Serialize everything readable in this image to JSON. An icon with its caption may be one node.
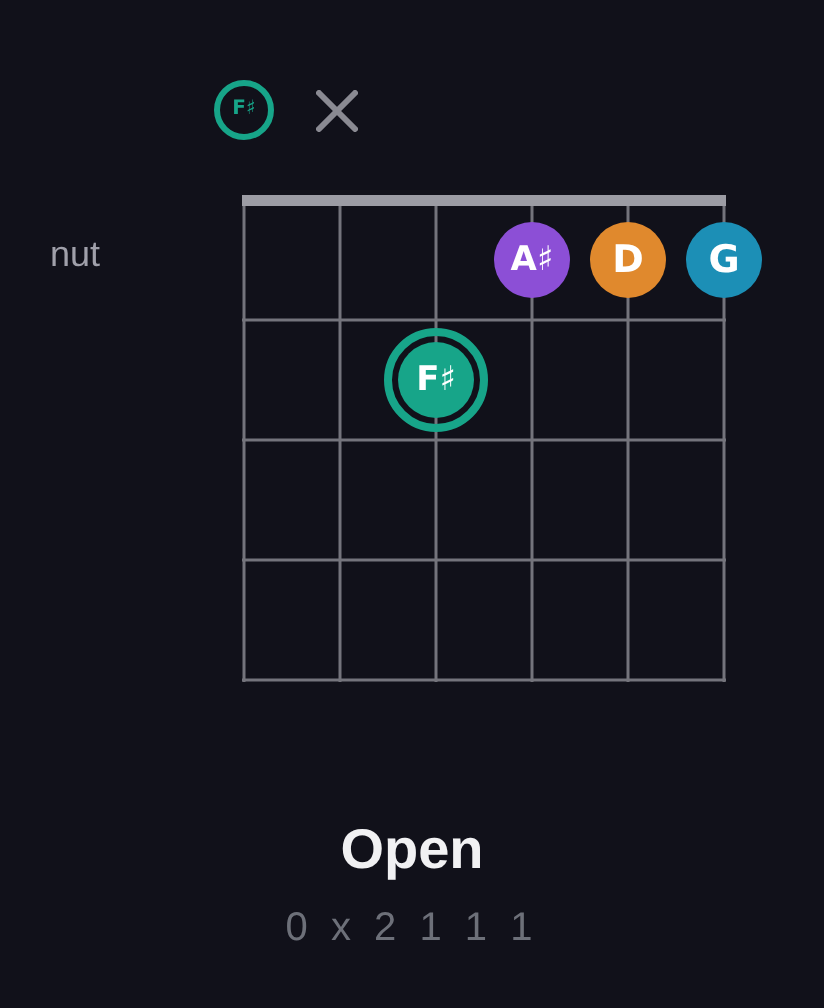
{
  "diagram": {
    "title": "Open",
    "nodes": [
      {
        "text": [
          "F♯"
        ]
      },
      {
        "text": [
          "A♯"
        ]
      },
      {
        "text": [
          "D"
        ]
      },
      {
        "text": [
          "G"
        ]
      },
      {
        "text": [
          "F♯"
        ]
      }
    ],
    "labels": [
      "nut",
      "0 x 2 1 1 1"
    ]
  }
}
